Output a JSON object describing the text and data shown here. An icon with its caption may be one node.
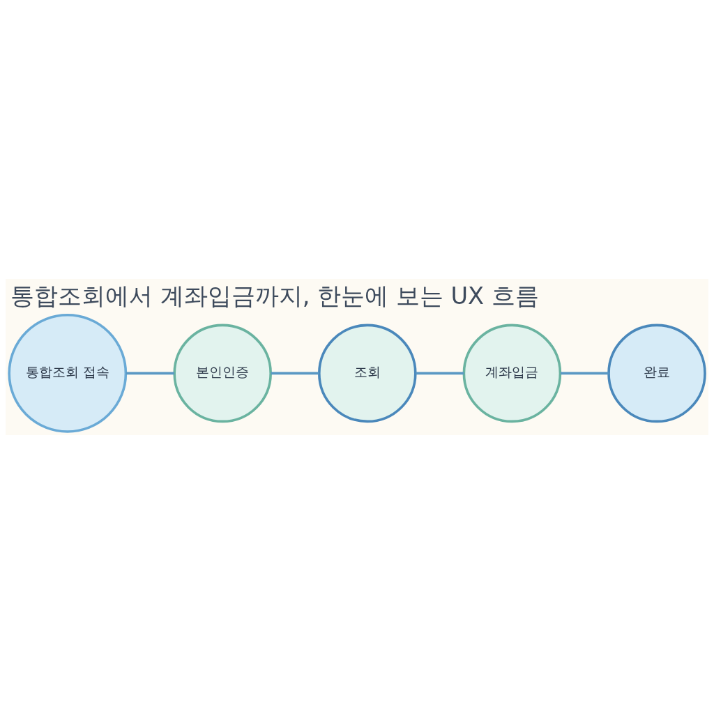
{
  "diagram": {
    "title": "통합조회에서 계좌입금까지, 한눈에 보는 UX 흐름",
    "nodes": [
      {
        "text": [
          "통합조회 접속"
        ]
      },
      {
        "text": [
          "본인인증"
        ]
      },
      {
        "text": [
          "조회"
        ]
      },
      {
        "text": [
          "완료"
        ]
      },
      {
        "text": [
          "계좌입금"
        ]
      }
    ],
    "edges": [
      {
        "from": 0,
        "to": 1,
        "arrow": "none"
      },
      {
        "from": 1,
        "to": 2,
        "arrow": "none"
      },
      {
        "from": 2,
        "to": 4,
        "arrow": "none"
      },
      {
        "from": 4,
        "to": 3,
        "arrow": "none"
      }
    ]
  }
}
